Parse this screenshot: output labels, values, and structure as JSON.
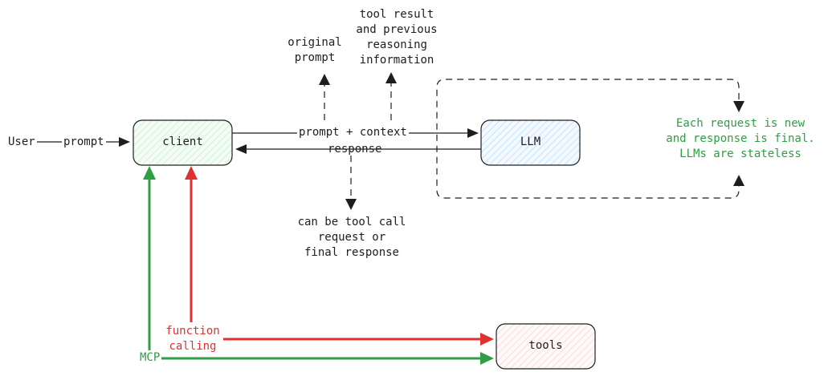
{
  "nodes": {
    "user": "User",
    "client": "client",
    "llm": "LLM",
    "tools": "tools"
  },
  "edges": {
    "prompt": "prompt",
    "prompt_context": "prompt + context",
    "response": "response",
    "function_calling": "function\ncalling",
    "mcp": "MCP"
  },
  "annotations": {
    "original_prompt": "original\nprompt",
    "tool_result": "tool result\nand previous\nreasoning\ninformation",
    "tool_call_or_final": "can be tool call\nrequest or\nfinal response",
    "stateless_note": "Each request is new\nand response is final.\nLLMs are stateless"
  },
  "colors": {
    "client_fill": "#ebfbee",
    "llm_fill": "#e7f5ff",
    "tools_fill": "#fff5f5",
    "green": "#2f9e44",
    "red": "#e03131",
    "stroke": "#1e1e1e"
  }
}
